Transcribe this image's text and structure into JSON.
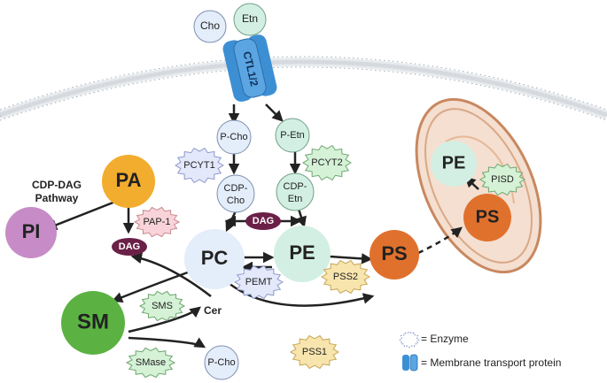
{
  "transporter": {
    "label": "CTL1/2"
  },
  "metabolites": {
    "cho": "Cho",
    "etn": "Etn",
    "p_cho": "P-Cho",
    "p_etn": "P-Etn",
    "cdp_cho_line1": "CDP-",
    "cdp_cho_line2": "Cho",
    "cdp_etn_line1": "CDP-",
    "cdp_etn_line2": "Etn",
    "dag_center": "DAG",
    "dag_left": "DAG",
    "pa": "PA",
    "pi": "PI",
    "pc": "PC",
    "pe": "PE",
    "ps": "PS",
    "sm": "SM",
    "cer": "Cer",
    "p_cho_bottom": "P-Cho",
    "pe_mito": "PE",
    "ps_mito": "PS"
  },
  "pathway_label": {
    "line1": "CDP-DAG",
    "line2": "Pathway"
  },
  "enzymes": {
    "pcyt1": "PCYT1",
    "pcyt2": "PCYT2",
    "pap1": "PAP-1",
    "pemt": "PEMT",
    "pss2": "PSS2",
    "pss1": "PSS1",
    "sms": "SMS",
    "smase": "SMase",
    "pisd": "PISD"
  },
  "legend": {
    "enzyme": "= Enzyme",
    "transport": "= Membrane transport protein"
  },
  "colors": {
    "pa": "#f2ad2f",
    "pi": "#c78cc8",
    "pc": "#e4edfa",
    "pe": "#d3efe3",
    "ps": "#e0712d",
    "sm": "#5bb243",
    "dag": "#6b2047",
    "enzyme_blue": "#e3e8fb",
    "enzyme_green": "#d5f1d6",
    "enzyme_pink": "#f8d4d8",
    "enzyme_yellow": "#f8e5ae",
    "transporter": "#3d8fd4",
    "membrane": "#a3abb3",
    "mito_fill": "#f4dfd0",
    "mito_stroke": "#c88860"
  }
}
